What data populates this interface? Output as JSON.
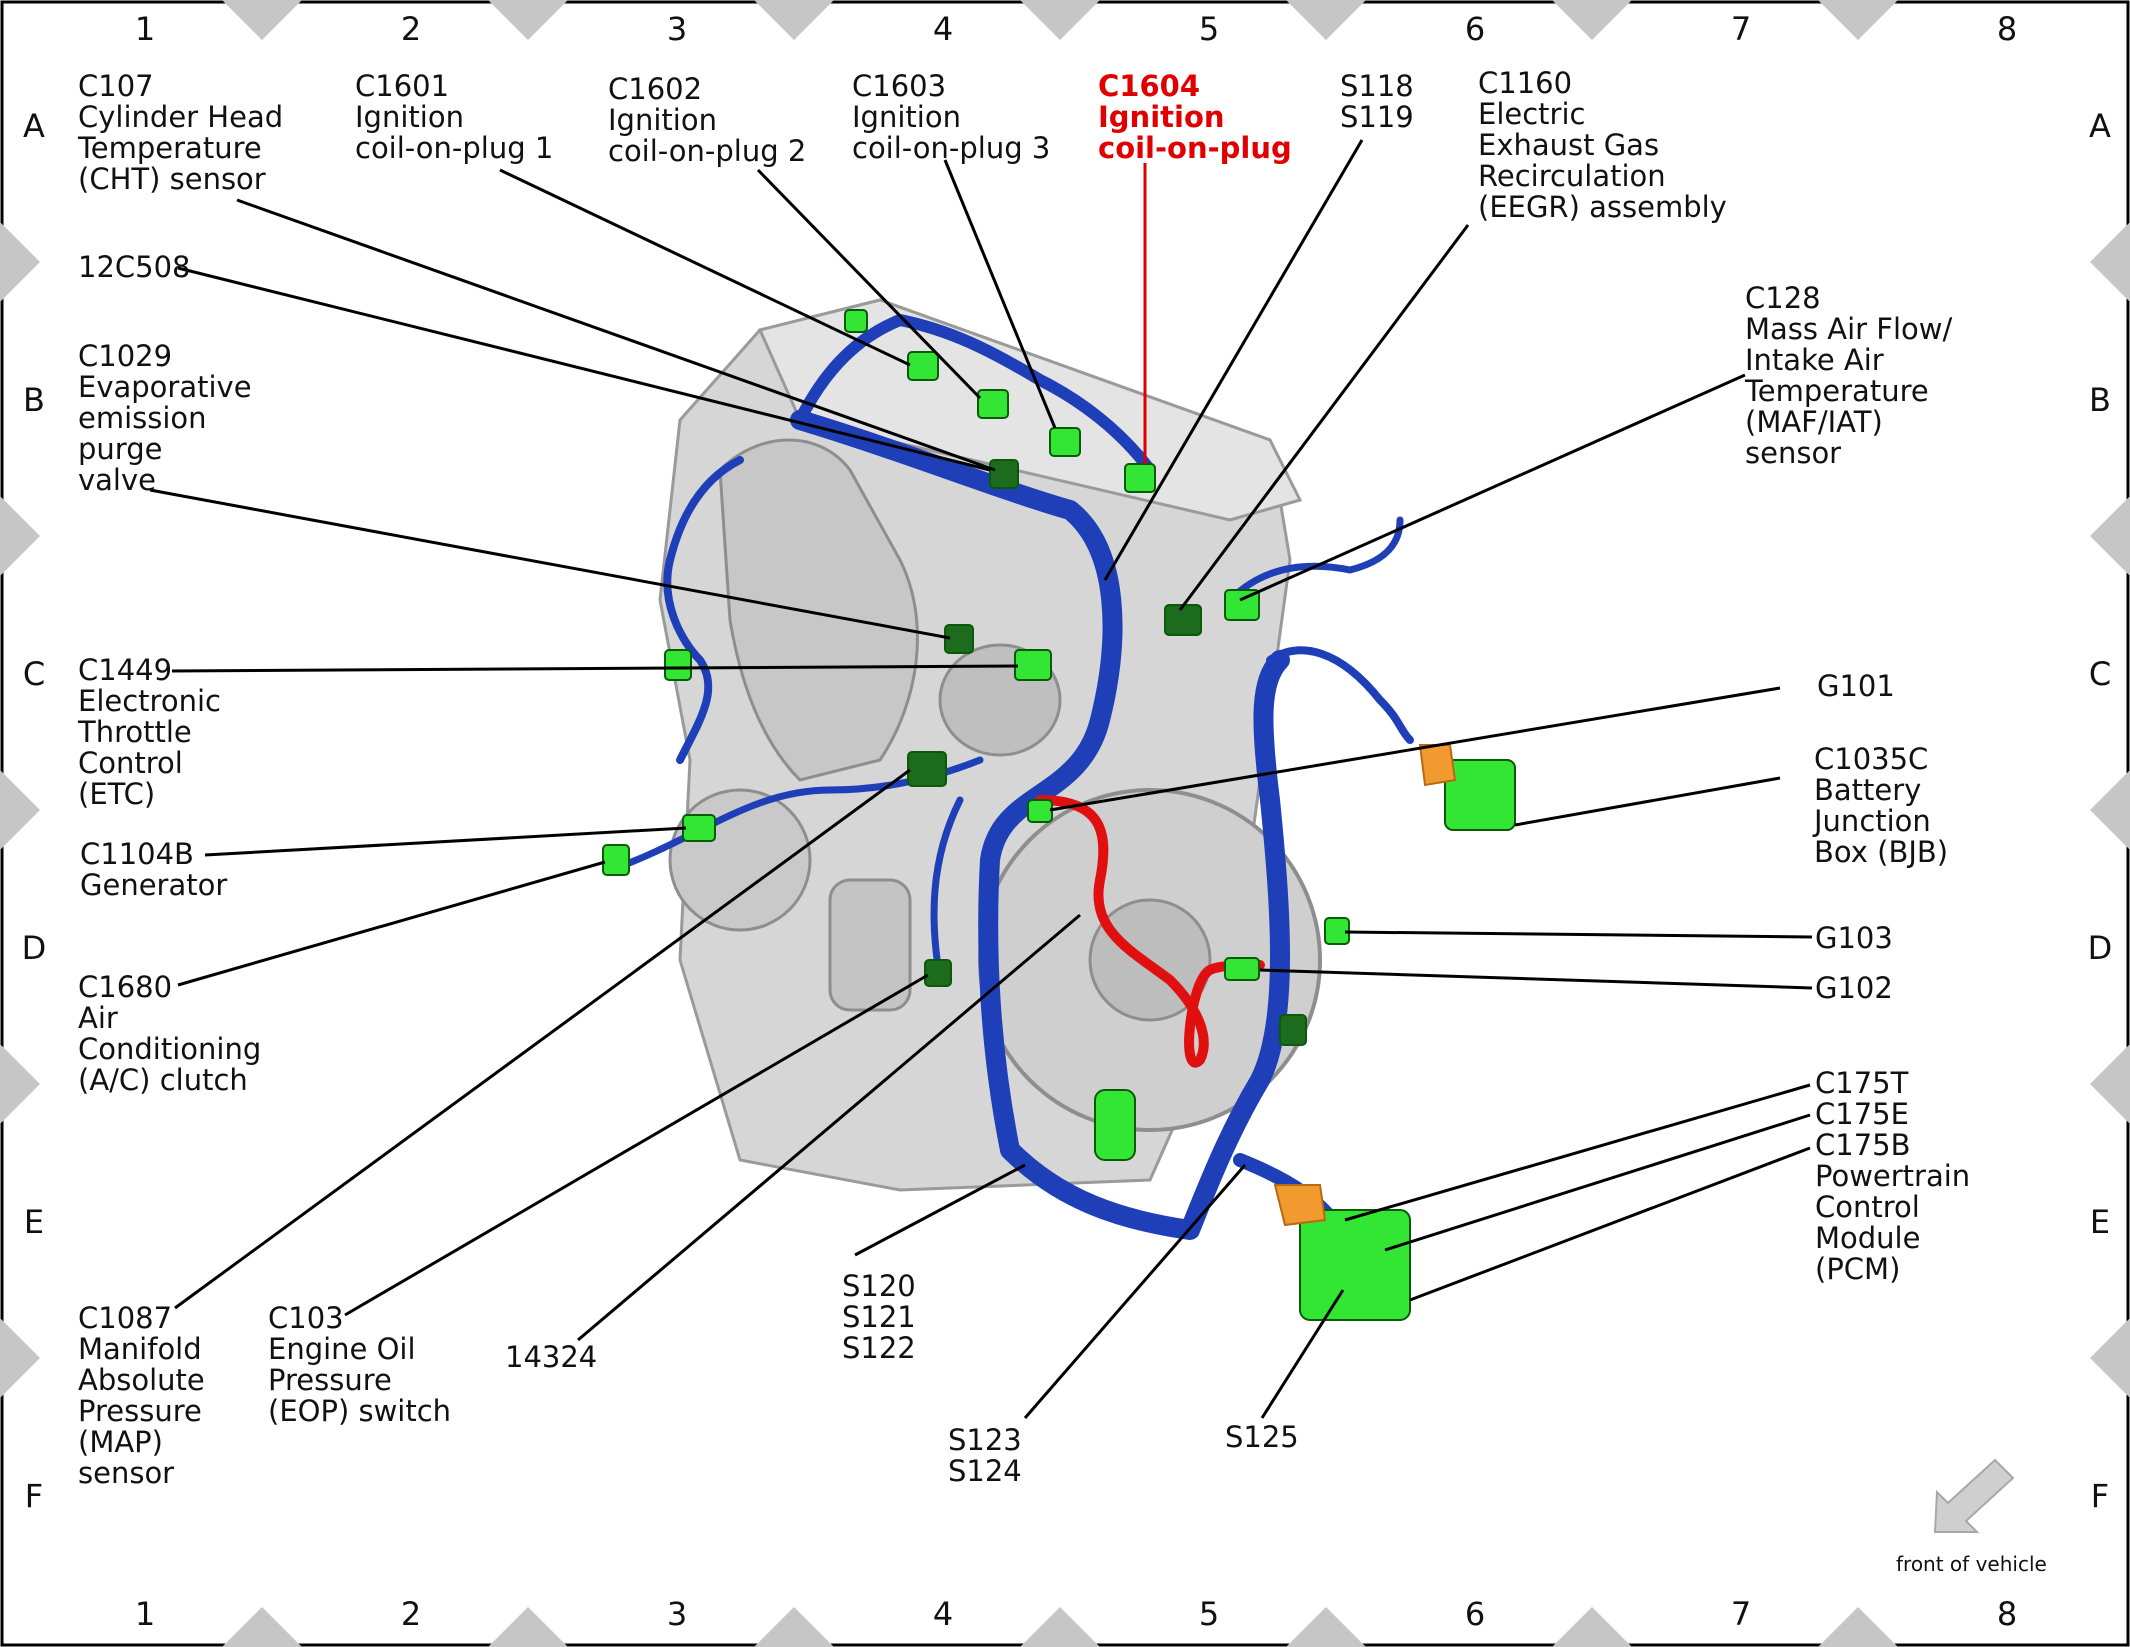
{
  "grid": {
    "columns": [
      "1",
      "2",
      "3",
      "4",
      "5",
      "6",
      "7",
      "8"
    ],
    "rows": [
      "A",
      "B",
      "C",
      "D",
      "E",
      "F"
    ]
  },
  "callouts": {
    "c107": [
      "C107",
      "Cylinder Head",
      "Temperature",
      "(CHT) sensor"
    ],
    "c1601": [
      "C1601",
      "Ignition",
      "coil-on-plug 1"
    ],
    "c1602": [
      "C1602",
      "Ignition",
      "coil-on-plug 2"
    ],
    "c1603": [
      "C1603",
      "Ignition",
      "coil-on-plug 3"
    ],
    "c1604": [
      "C1604",
      "Ignition",
      "coil-on-plug"
    ],
    "s118": [
      "S118",
      "S119"
    ],
    "c1160": [
      "C1160",
      "Electric",
      "Exhaust Gas",
      "Recirculation",
      "(EEGR) assembly"
    ],
    "c12c508": [
      "12C508"
    ],
    "c128": [
      "C128",
      "Mass Air Flow/",
      "Intake Air",
      "Temperature",
      "(MAF/IAT)",
      "sensor"
    ],
    "c1029": [
      "C1029",
      "Evaporative",
      "emission",
      "purge",
      "valve"
    ],
    "c1449": [
      "C1449",
      "Electronic",
      "Throttle",
      "Control",
      "(ETC)"
    ],
    "g101": [
      "G101"
    ],
    "c1035c": [
      "C1035C",
      "Battery",
      "Junction",
      "Box (BJB)"
    ],
    "c1104b": [
      "C1104B",
      "Generator"
    ],
    "g103": [
      "G103"
    ],
    "g102": [
      "G102"
    ],
    "c1680": [
      "C1680",
      "Air",
      "Conditioning",
      "(A/C) clutch"
    ],
    "c175": [
      "C175T",
      "C175E",
      "C175B",
      "Powertrain",
      "Control",
      "Module",
      "(PCM)"
    ],
    "c1087": [
      "C1087",
      "Manifold",
      "Absolute",
      "Pressure",
      "(MAP)",
      "sensor"
    ],
    "c103": [
      "C103",
      "Engine Oil",
      "Pressure",
      "(EOP) switch"
    ],
    "c14324": [
      "14324"
    ],
    "s120": [
      "S120",
      "S121",
      "S122"
    ],
    "s123": [
      "S123",
      "S124"
    ],
    "s125": [
      "S125"
    ]
  },
  "orientation": {
    "label": "front of vehicle"
  },
  "colors": {
    "harness": "#1f3fb8",
    "connector": "#33e633",
    "connector_dark": "#1d6b1d",
    "highlight": "#e00000",
    "battery_cable": "#e01010",
    "engine": "#d2d2d2",
    "grid_triangle": "#c6c6c6"
  }
}
